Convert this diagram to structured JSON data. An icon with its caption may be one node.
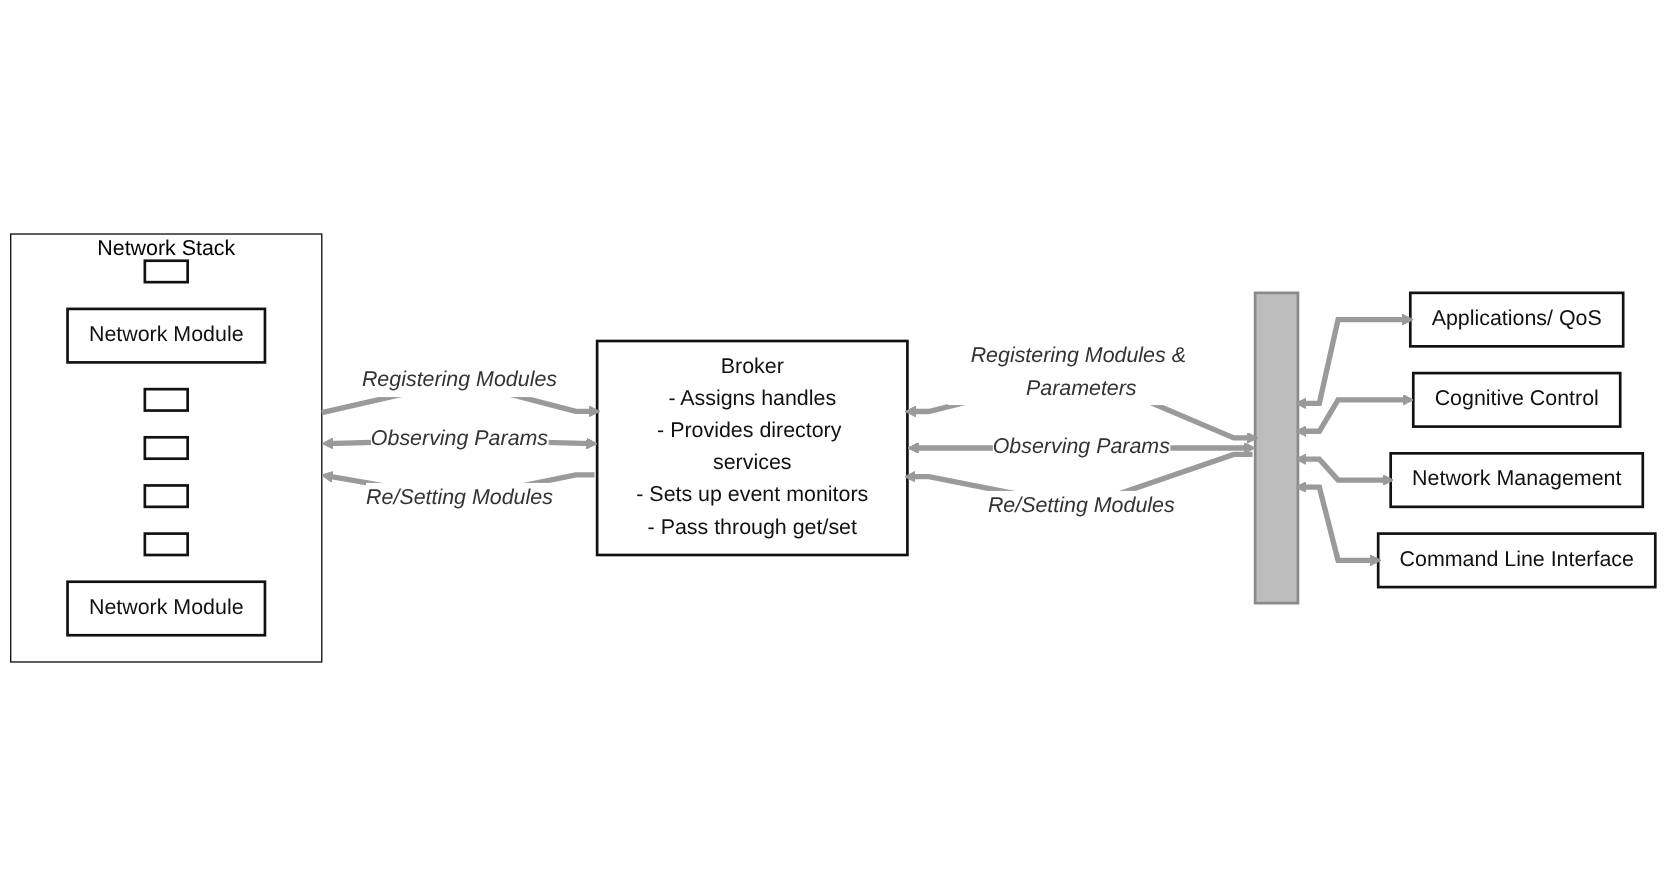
{
  "diagram": {
    "nodes": [
      {
        "text": [
          "Network Stack"
        ]
      },
      {
        "text": [],
        "shape": "box",
        "in": 0
      },
      {
        "text": [
          "Network Module"
        ],
        "in": 0
      },
      {
        "text": [],
        "shape": "box",
        "in": 0
      },
      {
        "text": [],
        "shape": "box",
        "in": 0
      },
      {
        "text": [],
        "shape": "box",
        "in": 0
      },
      {
        "text": [],
        "shape": "box",
        "in": 0
      },
      {
        "text": [
          "Network Module"
        ],
        "in": 0
      },
      {
        "text": [
          "Broker",
          "- Assigns handles",
          "- Provides directory services",
          "- Sets up event monitors",
          "- Pass through get/set"
        ]
      },
      {
        "text": [],
        "shape": "bar"
      },
      {
        "text": [
          "Applications/ QoS"
        ]
      },
      {
        "text": [
          "Cognitive Control"
        ]
      },
      {
        "text": [
          "Network Management"
        ]
      },
      {
        "text": [
          "Command Line Interface"
        ]
      }
    ],
    "edges": [
      {
        "from": 0,
        "to": 8,
        "arrow": "to",
        "label": "Registering Modules"
      },
      {
        "from": 8,
        "to": 0,
        "arrow": "to",
        "label": "Re/Setting Modules"
      },
      {
        "from": 0,
        "to": 8,
        "arrow": "both",
        "label": "Observing Params"
      },
      {
        "from": 8,
        "to": 9,
        "arrow": "both",
        "label": "Registering Modules & Parameters"
      },
      {
        "from": 9,
        "to": 8,
        "arrow": "to",
        "label": "Re/Setting Modules"
      },
      {
        "from": 8,
        "to": 9,
        "arrow": "both",
        "label": "Observing Params"
      },
      {
        "from": 9,
        "to": 10,
        "arrow": "both"
      },
      {
        "from": 9,
        "to": 11,
        "arrow": "both"
      },
      {
        "from": 9,
        "to": 12,
        "arrow": "both"
      },
      {
        "from": 9,
        "to": 13,
        "arrow": "both"
      }
    ]
  }
}
